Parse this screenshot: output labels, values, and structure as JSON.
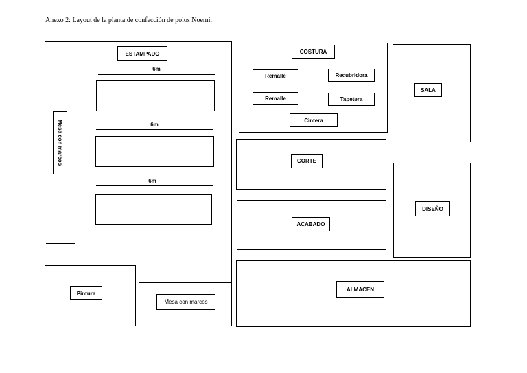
{
  "caption": "Anexo 2: Layout de la planta de confección de polos Noemi.",
  "estampado": {
    "label": "ESTAMPADO",
    "mesa_vertical": "Mesa con marcos",
    "dims": [
      "6m",
      "6m",
      "6m"
    ]
  },
  "pintura": "Pintura",
  "mesa_con_marcos": "Mesa con marcos",
  "costura": {
    "label": "COSTURA",
    "machines": [
      "Remalle",
      "Recubridora",
      "Remalle",
      "Tapetera",
      "Cintera"
    ]
  },
  "sala": "SALA",
  "corte": "CORTE",
  "acabado": "ACABADO",
  "diseno": "DISEÑO",
  "almacen": "ALMACEN"
}
